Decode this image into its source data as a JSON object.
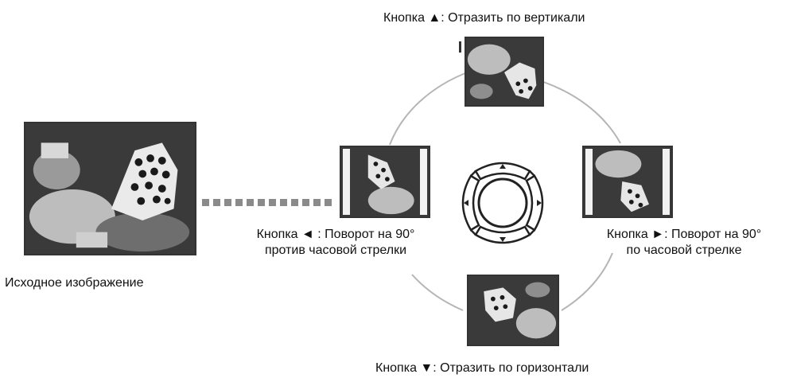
{
  "labels": {
    "top": "Кнопка ▲: Отразить по вертикали",
    "left_line1": "Кнопка ◄ : Поворот на 90°",
    "left_line2": "против часовой стрелки",
    "right_line1": "Кнопка ►: Поворот на 90°",
    "right_line2": "по часовой стрелке",
    "bottom": "Кнопка ▼: Отразить по горизонтали",
    "source": "Исходное изображение"
  },
  "controller": {
    "up_icon": "triangle-up",
    "down_icon": "triangle-down",
    "left_icon": "triangle-left",
    "right_icon": "triangle-right"
  }
}
